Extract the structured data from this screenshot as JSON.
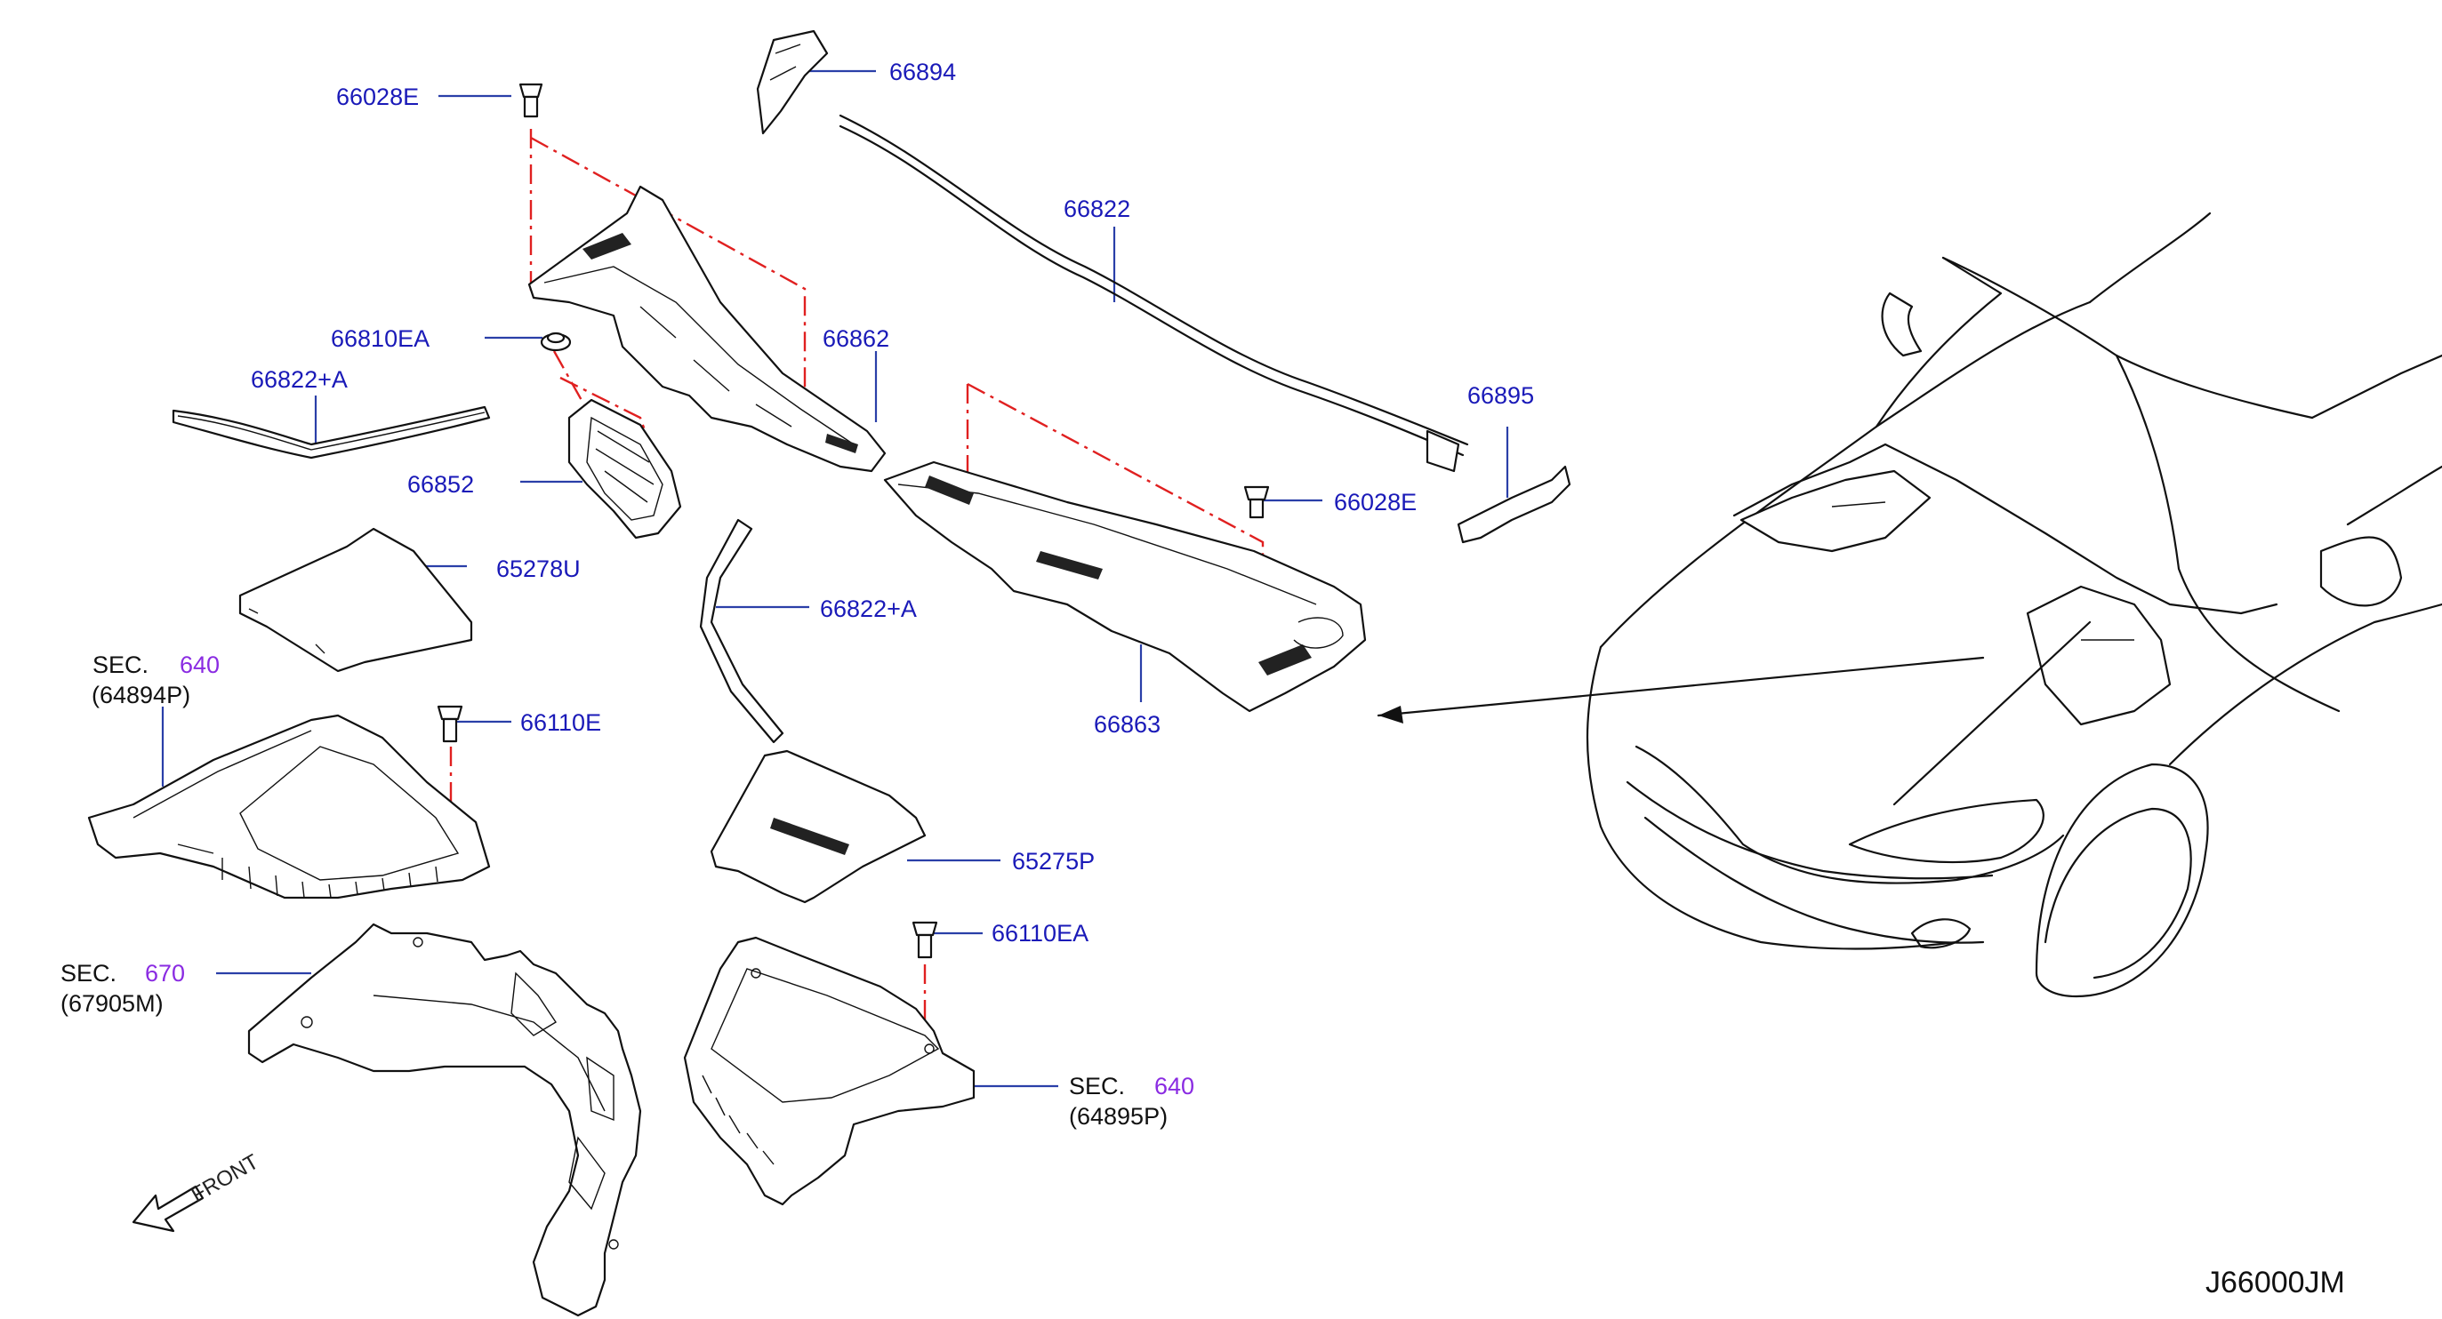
{
  "labels": {
    "p66028E_a": "66028E",
    "p66894": "66894",
    "p66822": "66822",
    "p66810EA": "66810EA",
    "p66862": "66862",
    "p66822A_a": "66822+A",
    "p66852": "66852",
    "p66895": "66895",
    "p66028E_b": "66028E",
    "p65278U": "65278U",
    "p66822A_b": "66822+A",
    "sec640_a_prefix": "SEC.",
    "sec640_a_num": "640",
    "sec640_a_sub": "(64894P)",
    "p66110E": "66110E",
    "p66863": "66863",
    "p65275P": "65275P",
    "p66110EA": "66110EA",
    "sec670_prefix": "SEC.",
    "sec670_num": "670",
    "sec670_sub": "(67905M)",
    "sec640_b_prefix": "SEC.",
    "sec640_b_num": "640",
    "sec640_b_sub": "(64895P)",
    "front": "FRONT",
    "diagram_code": "J66000JM"
  },
  "colors": {
    "part_number_text": "#1a1ab8",
    "section_number_text": "#8a2be2",
    "leader_line": "#2a3fa8",
    "assembly_dash_line": "#e02020",
    "line_art": "#111111"
  }
}
